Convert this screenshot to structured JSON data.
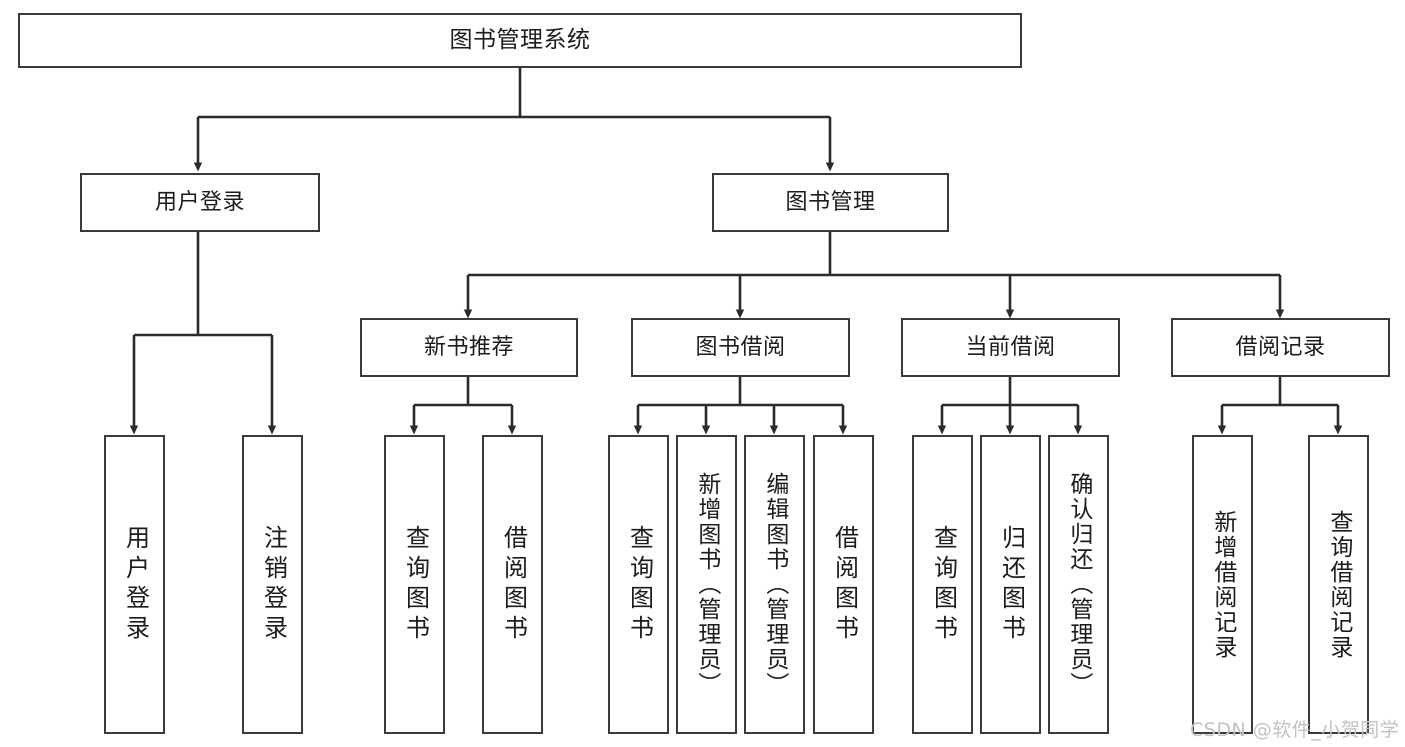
{
  "diagram": {
    "title": "图书管理系统",
    "watermark": "CSDN @软件_小贺同学",
    "style": {
      "box_border_color": "#3a3a3a",
      "box_fill": "#ffffff",
      "line_color": "#2b2b2b",
      "text_color": "#1c1c1c",
      "watermark_color": "#c2c2c2",
      "background": "#ffffff"
    },
    "root": {
      "label": "图书管理系统"
    },
    "level2": [
      {
        "label": "用户登录"
      },
      {
        "label": "图书管理"
      }
    ],
    "level3": [
      {
        "label": "新书推荐"
      },
      {
        "label": "图书借阅"
      },
      {
        "label": "当前借阅"
      },
      {
        "label": "借阅记录"
      }
    ],
    "leaves": {
      "user_login": [
        {
          "label": "用户登录"
        },
        {
          "label": "注销登录"
        }
      ],
      "new_book_recommend": [
        {
          "label": "查询图书"
        },
        {
          "label": "借阅图书"
        }
      ],
      "book_borrow": [
        {
          "label": "查询图书"
        },
        {
          "label": "新增图书（管理员）"
        },
        {
          "label": "编辑图书（管理员）"
        },
        {
          "label": "借阅图书"
        }
      ],
      "current_borrow": [
        {
          "label": "查询图书"
        },
        {
          "label": "归还图书"
        },
        {
          "label": "确认归还（管理员）"
        }
      ],
      "borrow_record": [
        {
          "label": "新增借阅记录"
        },
        {
          "label": "查询借阅记录"
        }
      ]
    }
  }
}
